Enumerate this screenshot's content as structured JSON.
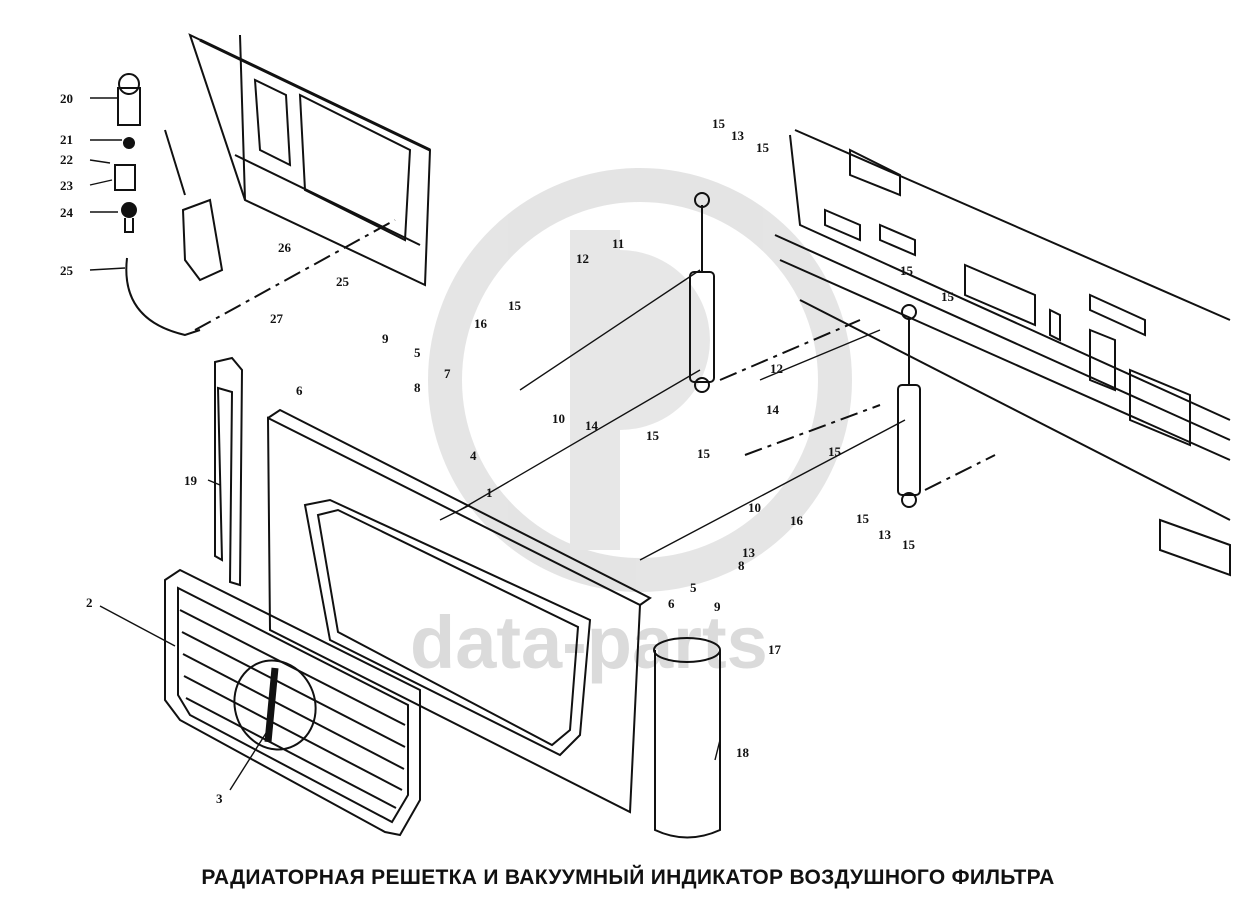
{
  "diagram": {
    "title": "РАДИАТОРНАЯ РЕШЕТКА И ВАКУУМНЫЙ ИНДИКАТОР ВОЗДУШНОГО ФИЛЬТРА",
    "watermark": "data-parts",
    "colors": {
      "line": "#111111",
      "watermark": "#cfcfcf",
      "background": "#ffffff"
    },
    "callouts": [
      {
        "id": "c1",
        "text": "1"
      },
      {
        "id": "c2",
        "text": "2"
      },
      {
        "id": "c3",
        "text": "3"
      },
      {
        "id": "c4",
        "text": "4"
      },
      {
        "id": "c5a",
        "text": "5"
      },
      {
        "id": "c5b",
        "text": "5"
      },
      {
        "id": "c6a",
        "text": "6"
      },
      {
        "id": "c6b",
        "text": "6"
      },
      {
        "id": "c7",
        "text": "7"
      },
      {
        "id": "c8a",
        "text": "8"
      },
      {
        "id": "c8b",
        "text": "8"
      },
      {
        "id": "c9a",
        "text": "9"
      },
      {
        "id": "c9b",
        "text": "9"
      },
      {
        "id": "c10a",
        "text": "10"
      },
      {
        "id": "c10b",
        "text": "10"
      },
      {
        "id": "c11",
        "text": "11"
      },
      {
        "id": "c12a",
        "text": "12"
      },
      {
        "id": "c12b",
        "text": "12"
      },
      {
        "id": "c13a",
        "text": "13"
      },
      {
        "id": "c13b",
        "text": "13"
      },
      {
        "id": "c13c",
        "text": "13"
      },
      {
        "id": "c14a",
        "text": "14"
      },
      {
        "id": "c14b",
        "text": "14"
      },
      {
        "id": "c15a",
        "text": "15"
      },
      {
        "id": "c15b",
        "text": "15"
      },
      {
        "id": "c15c",
        "text": "15"
      },
      {
        "id": "c15d",
        "text": "15"
      },
      {
        "id": "c15e",
        "text": "15"
      },
      {
        "id": "c15f",
        "text": "15"
      },
      {
        "id": "c15g",
        "text": "15"
      },
      {
        "id": "c15h",
        "text": "15"
      },
      {
        "id": "c15i",
        "text": "15"
      },
      {
        "id": "c15j",
        "text": "15"
      },
      {
        "id": "c16a",
        "text": "16"
      },
      {
        "id": "c16b",
        "text": "16"
      },
      {
        "id": "c17",
        "text": "17"
      },
      {
        "id": "c18",
        "text": "18"
      },
      {
        "id": "c19",
        "text": "19"
      },
      {
        "id": "c20",
        "text": "20"
      },
      {
        "id": "c21",
        "text": "21"
      },
      {
        "id": "c22",
        "text": "22"
      },
      {
        "id": "c23",
        "text": "23"
      },
      {
        "id": "c24",
        "text": "24"
      },
      {
        "id": "c25a",
        "text": "25"
      },
      {
        "id": "c25b",
        "text": "25"
      },
      {
        "id": "c26",
        "text": "26"
      },
      {
        "id": "c27",
        "text": "27"
      }
    ]
  }
}
